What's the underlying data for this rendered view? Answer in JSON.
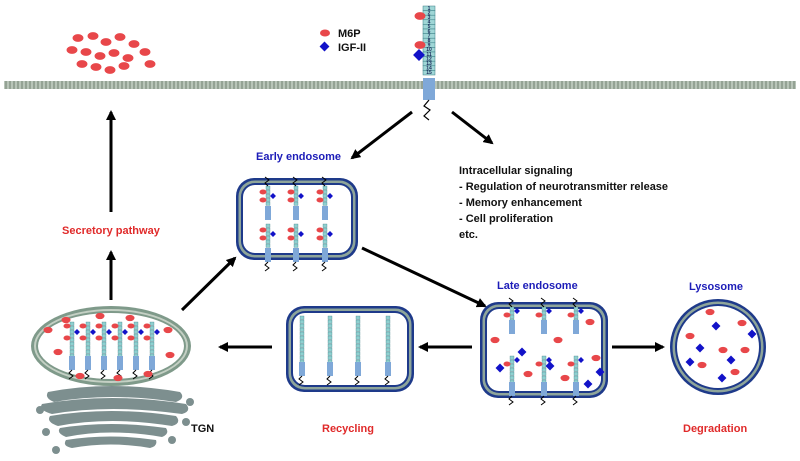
{
  "legend": {
    "m6p": "M6P",
    "igf": "IGF-II",
    "m6p_color": "#e8474a",
    "igf_color": "#1212c8"
  },
  "receptor_domains": [
    "1",
    "2",
    "3",
    "4",
    "5",
    "6",
    "7",
    "8",
    "9",
    "10",
    "11",
    "12",
    "13",
    "14",
    "15"
  ],
  "labels": {
    "early_endosome": "Early endosome",
    "late_endosome": "Late endosome",
    "lysosome": "Lysosome",
    "secretory": "Secretory pathway",
    "recycling": "Recycling",
    "degradation": "Degradation",
    "tgn": "TGN"
  },
  "signaling": {
    "title": "Intracellular signaling",
    "items": [
      "- Regulation of neurotransmitter release",
      "- Memory enhancement",
      "- Cell proliferation",
      "etc."
    ]
  },
  "colors": {
    "membrane": "#9aa89a",
    "vesicle_outer": "#1e3a8a",
    "vesicle_band": "#8ea59a",
    "receptor": "#7fa8d8",
    "red_label": "#e02a2a",
    "blue_label": "#1c1cb8"
  }
}
